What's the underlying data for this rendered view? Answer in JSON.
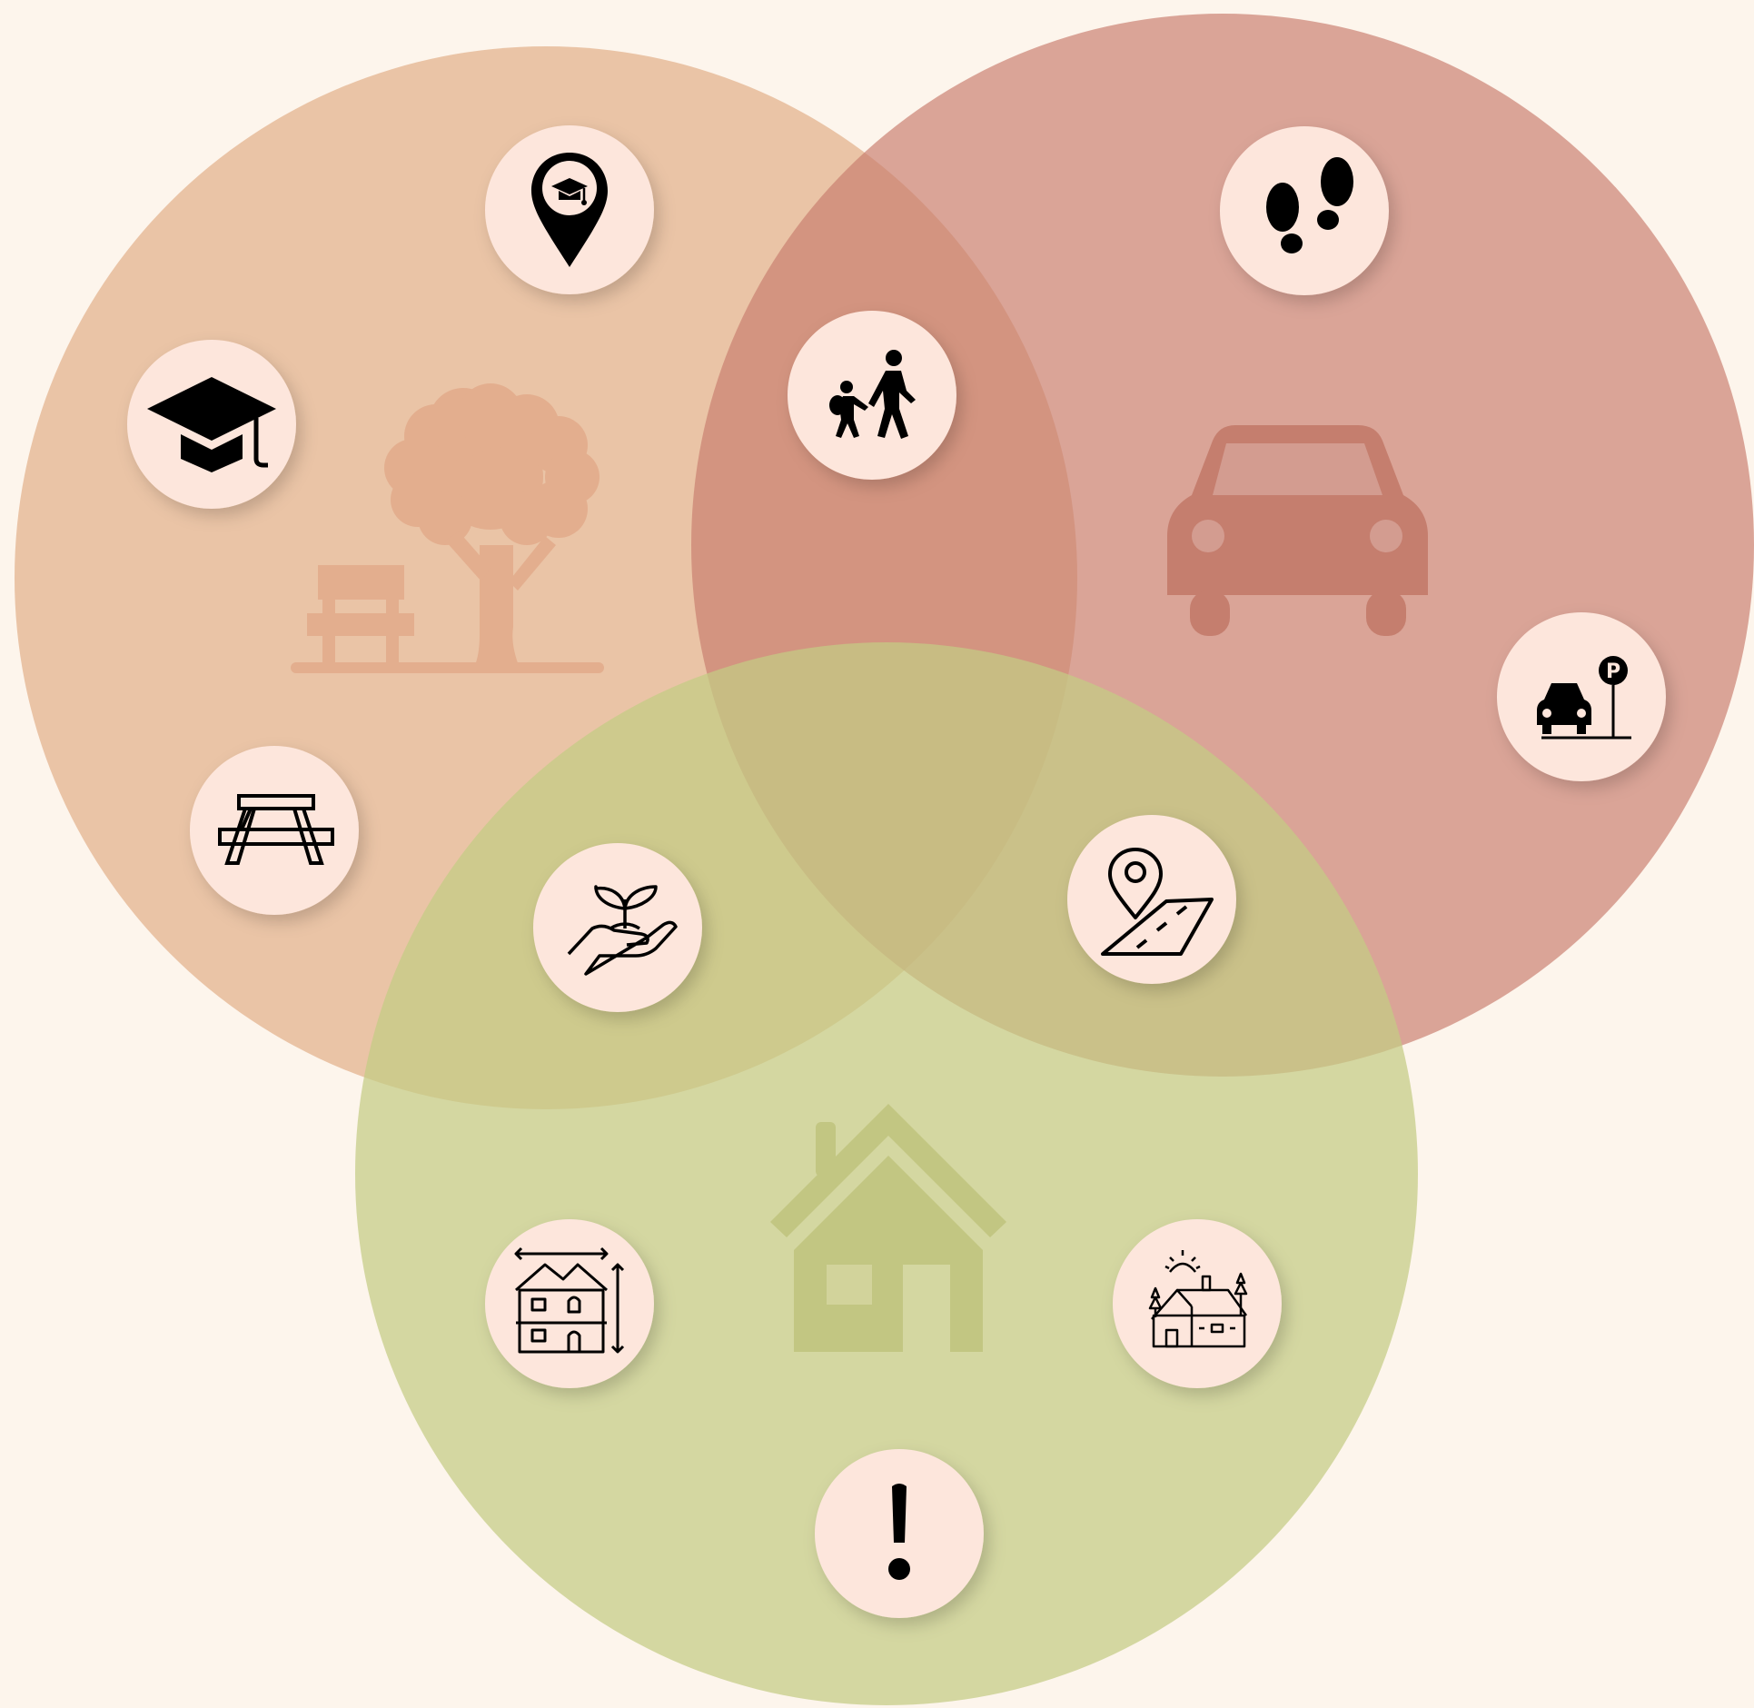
{
  "colors": {
    "background": "#FDF5EC",
    "circle_parks": "#E8BFA0",
    "circle_transport": "#C97E6E",
    "circle_housing": "#C4CC84",
    "tree_bench_silhouette": "#E3AE8E",
    "car_silhouette": "#C57E6E",
    "house_silhouette": "#C2C682",
    "bubble_fill": "#FDE6DC",
    "icon": "#000000"
  },
  "circles": [
    "parks-and-schools",
    "transportation",
    "housing"
  ],
  "bubbles": [
    "school-location-icon",
    "graduation-cap-icon",
    "picnic-table-icon",
    "footprints-icon",
    "parking-icon",
    "walking-to-school-icon",
    "plant-in-hand-icon",
    "map-pin-road-icon",
    "house-size-icon",
    "country-house-icon",
    "exclamation-icon"
  ],
  "silhouettes": [
    "tree-bench-icon",
    "car-icon",
    "house-icon"
  ]
}
